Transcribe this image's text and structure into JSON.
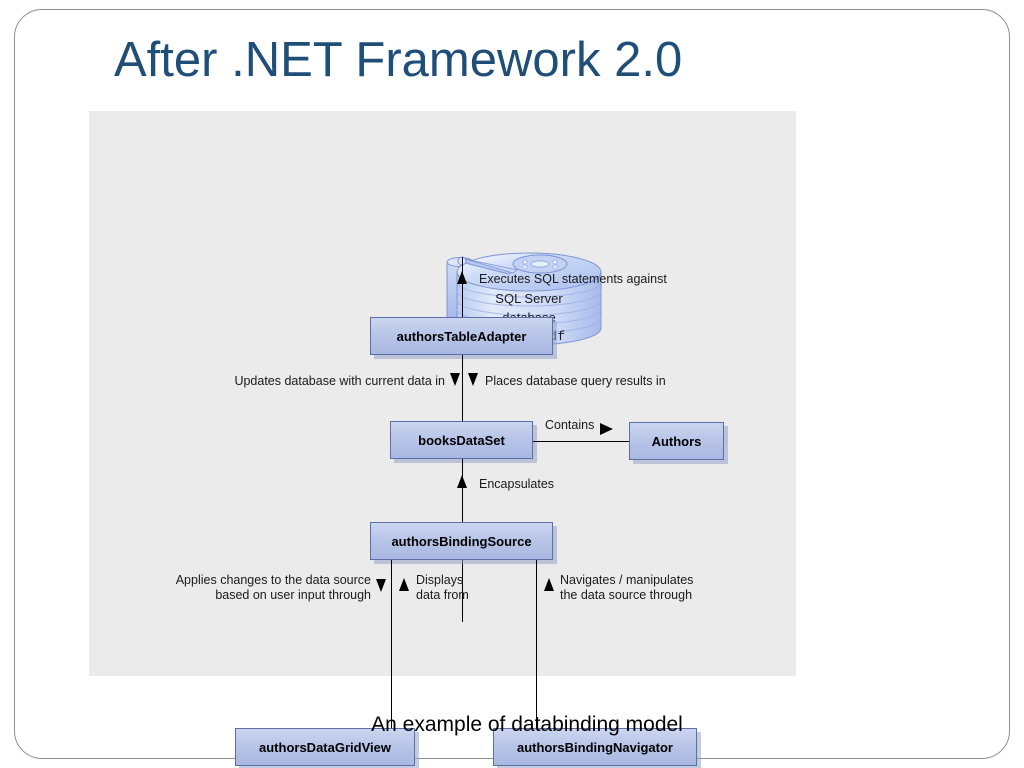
{
  "slide": {
    "title": "After .NET Framework 2.0",
    "caption": "An example of databinding model",
    "title_color": "#1f4e79",
    "panel_color": "#ebebeb",
    "node_fill": "#b9c5e8",
    "node_border": "#5a6fa8"
  },
  "diagram": {
    "database": {
      "line1": "SQL Server",
      "line2": "database",
      "line3": "Books.mdf",
      "icon": "database-cylinder-icon"
    },
    "nodes": [
      {
        "id": "authorsTableAdapter",
        "label": "authorsTableAdapter"
      },
      {
        "id": "booksDataSet",
        "label": "booksDataSet"
      },
      {
        "id": "authors",
        "label": "Authors"
      },
      {
        "id": "authorsBindingSource",
        "label": "authorsBindingSource"
      },
      {
        "id": "authorsDataGridView",
        "label": "authorsDataGridView"
      },
      {
        "id": "authorsBindingNavigator",
        "label": "authorsBindingNavigator"
      }
    ],
    "edges": [
      {
        "id": "executes",
        "label": "Executes SQL statements against",
        "direction": "up"
      },
      {
        "id": "updates",
        "label": "Updates database with current data in",
        "direction": "down"
      },
      {
        "id": "places",
        "label": "Places database query results in",
        "direction": "down"
      },
      {
        "id": "contains",
        "label": "Contains",
        "direction": "right"
      },
      {
        "id": "encapsulates",
        "label": "Encapsulates",
        "direction": "up"
      },
      {
        "id": "applies",
        "label": "Applies changes to the data source\nbased on user input through",
        "direction": "down"
      },
      {
        "id": "displays",
        "label": "Displays\ndata from",
        "direction": "up"
      },
      {
        "id": "navigates",
        "label": "Navigates / manipulates\nthe data source through",
        "direction": "up"
      }
    ]
  }
}
